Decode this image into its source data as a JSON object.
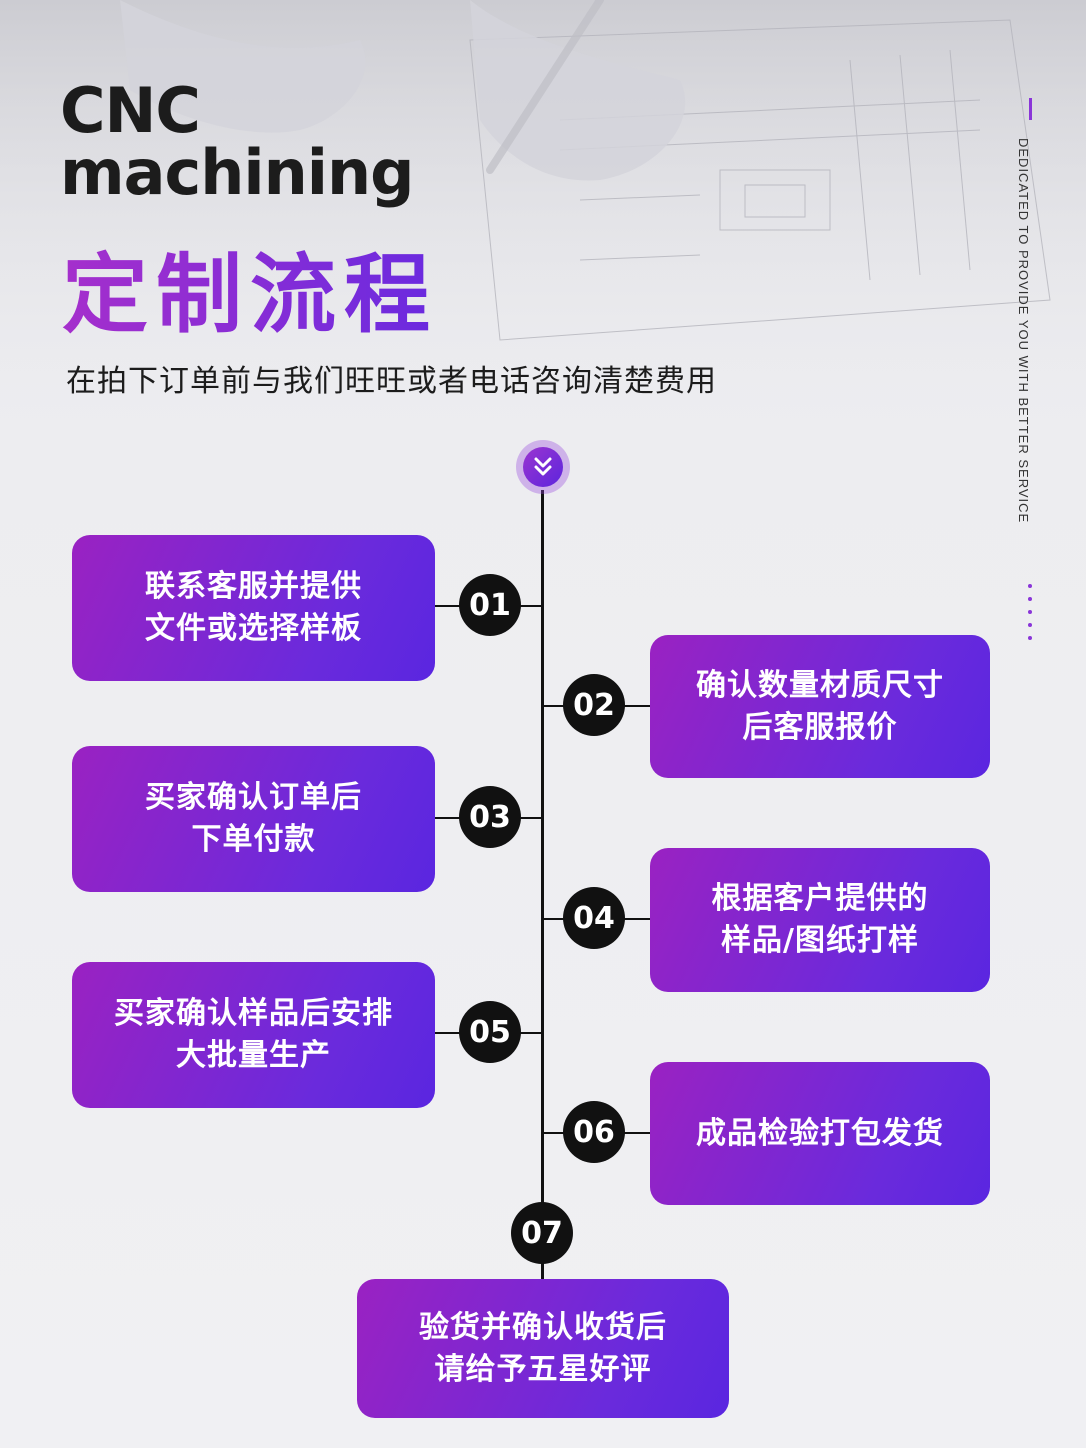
{
  "header": {
    "title_en_line1": "CNC",
    "title_en_line2": "machining",
    "title_cn": "定制流程",
    "subtitle": "在拍下订单前与我们旺旺或者电话咨询清楚费用",
    "side_text": "DEDICATED TO PROVIDE YOU WITH BETTER SERVICE"
  },
  "steps": [
    {
      "number": "01",
      "line1": "联系客服并提供",
      "line2": "文件或选择样板"
    },
    {
      "number": "02",
      "line1": "确认数量材质尺寸",
      "line2": "后客服报价"
    },
    {
      "number": "03",
      "line1": "买家确认订单后",
      "line2": "下单付款"
    },
    {
      "number": "04",
      "line1": "根据客户提供的",
      "line2": "样品/图纸打样"
    },
    {
      "number": "05",
      "line1": "买家确认样品后安排",
      "line2": "大批量生产"
    },
    {
      "number": "06",
      "line1": "成品检验打包发货",
      "line2": ""
    },
    {
      "number": "07",
      "line1": "验货并确认收货后",
      "line2": "请给予五星好评"
    }
  ],
  "colors": {
    "accent_purple": "#8a2ed8",
    "card_gradient_start": "#9a22c2",
    "card_gradient_end": "#5a26e0",
    "badge": "#111111"
  },
  "icons": {
    "timeline_start": "chevron-double-down-icon"
  }
}
